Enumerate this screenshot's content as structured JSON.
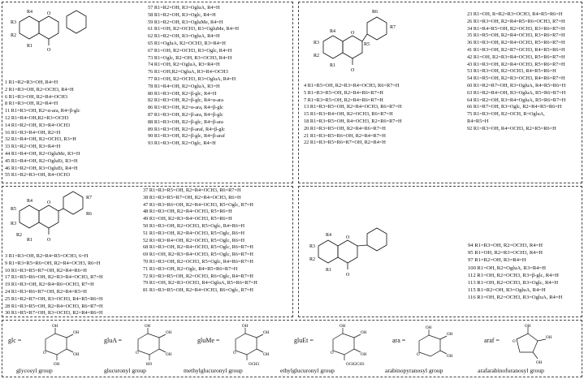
{
  "panel1": {
    "structure_labels": [
      "R4",
      "R3",
      "R2",
      "R1"
    ],
    "list_left": [
      "1 R1=R2=R3=OH, R4=H",
      "2 R1=R3=OH, R2=OCH3, R4=H",
      "6 R1=R3=OH, R2=R4=OCH3",
      "8 R1=R3=OH, R2=R4=H",
      "11 R1=R3=OH, R2=α-ara, R4=β-glc",
      "12 R1=R4=OH,R2=R3=OCH3",
      "14 R1=R2=OH, R3=R4=OCH3",
      "16 R1=R3=R4=OH, R2=H",
      "32 R1=R4=OH, R2=OCH3, R3=H",
      "33 R1=R2=OH, R3=R4=H",
      "44 R1=R4=OH, R2=OgluMe, R3=H",
      "45 R1=R4=OH, R2=OgluEt, R3=H",
      "46 R1=R2=OH, R3=OgluEt, R4=H",
      "55 R1=R2=R3=OH, R4=OCH3"
    ],
    "list_right": [
      "57 R1=R2=OH, R3=OgluA, R4=H",
      "58 R1=R2=OH, R3=Oglc, R4=H",
      "59 R1=R2=OH, R3=OgluMe, R4=H",
      "61 R1=OH, R2=OCH3, R3=OgluMe, R4=H",
      "62 R1=R2=OH, R3=OgluA, R4=H",
      "65 R1=OgluA, R2=OCH3, R3=R4=H",
      "67 R1=OH, R2=OCH3, R3=Oglc, R4=H",
      "73 R1=Oglc, R2=OH, R3=OCH3, R4=H",
      "74 R1=OH, R2=OgluA, R3=R4=H",
      "76 R1=OH,R2=OgluA, R3=R4=OCH3",
      "77 R1=OH, R2=OCH3, R3=OgluA, R4=H",
      "78 R1=R4=OH, R2=OgluA, R3=H",
      "80 R1=R3=OH, R2=β-glc, R4=H",
      "82 R1=R3=OH, R2=β-glc, R4=α-ara",
      "86 R1=R3=OH, R2=α-ara, R4=β-glc",
      "87 R1=R3=OH, R2=β-ara, R4=β-glc",
      "88 R1=R3=OH, R2=β-glc, R4=β-ara",
      "89 R1=R3=OH, R2=β-araf, R4=β-glc",
      "90 R1=R3=OH, R2=β-glc, R4=β-araf",
      "93 R1=R3=OH, R2=Oglc, R4=H"
    ]
  },
  "panel2": {
    "structure_labels": [
      "R6",
      "R7",
      "R5",
      "R4",
      "R3",
      "R2",
      "R1"
    ],
    "list_left": [
      "4 R1=R5=OH, R2=R3=R4=OCH3, R6=R7=H",
      "5 R1=R3=R5=OH, R2=R4=R6=R7=H",
      "7 R1=R3=R5=OH, R2=R4=R6=R7=H",
      "13 R1=R3=R5=OH, R2=R4=OCH3, R6=R7=H",
      "15 R1=R3=R4=OH, R2=OCH3, R6=R7=H",
      "18 R1=R3=R5=OH, R4=OCH3, R2=R6=R7=H",
      "20 R1=R3=R5=OH, R2=R4=R6=R7=H",
      "21 R1=R3=R5=R6=OH, R2=R4=R7=H",
      "22 R1=R3=R5=R6=R7=OH, R2=R4=H"
    ],
    "list_right": [
      "23 R1=OH, R=R2=R3=OCH3, R4=R5=R6=H",
      "26 R1=R3=OH, R2=R4=R5=R6=OCH3, R7=H",
      "34 R1=R4=R5=OH, R2=OCH3, R3=R6=R7=H",
      "35 R1=R5=OH, R2=R4=OCH3, R3=R6=R7=H",
      "36 R1=R3=OH, R2=R4=OCH3, R5=R6=R7=H",
      "41 R1=R3=OH, R2=R7=OCH3, R4=R5=R6=H",
      "42 R1=OH, R2=R3=R4=OCH3, R5=R6=R7=H",
      "43 R1=R3=OH, R2=R4=OCH3, R5=R6=R7=H",
      "53 R1=R3=OH, R2=OCH3, R4=R5=R6=H",
      "54 R1=R5=OH, R2=R3=OCH3, R4=R6=R7=H",
      "60 R1=R2=R7=OH, R3=OgluA, R4=R5=R6=H",
      "63 R1=R2=R4=OH, R3=OgluA, R5=R6=R7=H",
      "64 R1=R2=OH, R3=R4=OgluA, R5=R6=R7=H",
      "66 R1=R7=OH, R3=Oglc, R2=R4=R5=R6=H",
      "75 R1=R3=OH, R2=OCH, R=OgluA,",
      "R4=R5=H",
      "92 R1=R3=OH, R4=OCH3, R2=R5=R6=H"
    ]
  },
  "panel3": {
    "structure_labels": [
      "R4",
      "R5",
      "R3",
      "R2",
      "R1",
      "R6",
      "R7"
    ],
    "list_left": [
      "3 R1=R3=OH, R2=R4=R5=OCH3, 6=H",
      "9 R1=R3=R5=R6=OH, R2=R4=OCH3, R6=H",
      "10 R1=R3=R5=R7=OH, R2=R4=R6=H",
      "17 R1=R5=R6=OH, R2=R3=R4=OCH3, R7=H",
      "19 R1=R3=OH, R2=R4=R6=OCH3, R7=H",
      "24 R1=R3=R6=R7=OH, R2=R4=R5=H",
      "25 R1=R2=R7=OH, R3=OCH3, R4=R5=R6=H",
      "28 R1=R3=R5=OH, R2=R4=OCH3, R6=R7=H",
      "30 R1=R5=R7=OH, R3=OCH3, R2=R4=R6=H"
    ],
    "list_right": [
      "37 R1=R3=R5=OH, R2=R4=OCH3, R6=R7=H",
      "38 R1=R3=R5=R7=OH, R2=R4=OCH3, R6=H",
      "47 R1=R3=R6=OH, R2=R4=OCH3, R5=Oglc, R7=H",
      "48 R1=R3=OH, R2=R4=OCH3, R5=R6=H",
      "49 R1=OH, R2=R3=R4=OCH3, R5=R6=H",
      "50 R1=R3=OH, R2=OCH3, R5=Oglc, R4=R6=H",
      "51 R1=R3=OH, R2=R4=OCH3, R5=Oglc, R6=H",
      "52 R1=R3=R4=OH, R2=OCH3, R5=Oglc, R6=H",
      "68 R1=R3=OH, R2=R4=OCH3, R5=Oglc, R6=R7=H",
      "69 R1=OH, R2=R3=R4=OCH3, R5=Oglc, R6=R7=H",
      "70 R1=R3=OH, R2=OCH3, R5=Oglc, R4=R6=R7=H",
      "71 R1=R3=OH, R2=Oglc, R4=R5=R6=R7=H",
      "72 R1=R3=R5=OH, R2=OCH3, R6=Oglc, R4=R7=H",
      "79 R1=OH, R2=R3=OCH3, R4=OgluA, R5=R6=R7=H",
      "81 R1=R3=R5=OH, R2=R4=OCH3, R6=Oglc, R7=H"
    ]
  },
  "panel4": {
    "structure_labels": [
      "R4",
      "R3",
      "R2",
      "R1"
    ],
    "list": [
      "94 R1=R3=OH, R2=OCH3, R4=H",
      "95 R1=OH, R2=R3=OCH3, R4=H",
      "97 R1=R2=OH, R3=R4=H",
      "100 R1=OH, R2=OgluA, R3=R4=H",
      "112 R1=OH, R2=OCH3, R3=β-glc, R4=H",
      "113 R1=OH, R2=OCH3, R3=Oglc, R4=H",
      "115 R1=R2=OH, R3=OgluA, R4=H",
      "116 R1=OH, R2=OCH3, R3=OgluA, R4=H"
    ]
  },
  "sugars": [
    {
      "abbr": "glc =",
      "caption": "glycosyl group"
    },
    {
      "abbr": "gluA =",
      "caption": "glucuronyl group"
    },
    {
      "abbr": "gluMe =",
      "caption": "methylglucuronyl group"
    },
    {
      "abbr": "gluEt =",
      "caption": "ethylglucuronyl group"
    },
    {
      "abbr": "ara =",
      "caption": "arabinopyranosyl group"
    },
    {
      "abbr": "araf =",
      "caption": "arafarabinofuranosyl group"
    }
  ],
  "sugar_atoms": {
    "oh": "OH",
    "ho": "HO",
    "o": "O",
    "ome": "OCH3",
    "oet": "OCH2CH3",
    "oo": "O"
  }
}
